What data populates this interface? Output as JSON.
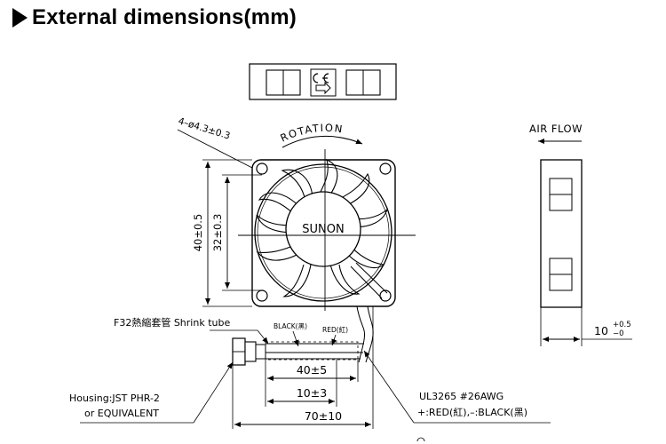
{
  "heading": "External dimensions(mm)",
  "labels": {
    "hole": "4–ø4.3±0.3",
    "rotation": "ROTATION",
    "brand": "SUNON",
    "height_outer": "40±0.5",
    "height_holes": "32±0.3",
    "air_flow": "AIR FLOW",
    "depth": "10",
    "depth_tol_upper": "+0.5",
    "depth_tol_lower": "−0",
    "shrink_tube": "F32熱縮套管  Shrink  tube",
    "black_wire": "BLACK(黑)",
    "red_wire": "RED(紅)",
    "dim_40": "40±5",
    "dim_10": "10±3",
    "dim_70": "70±10",
    "housing_1": "Housing:JST  PHR-2",
    "housing_2": "or  EQUIVALENT",
    "cable_1": "UL3265  #26AWG",
    "cable_2": "+:RED(紅),–:BLACK(黑)"
  }
}
